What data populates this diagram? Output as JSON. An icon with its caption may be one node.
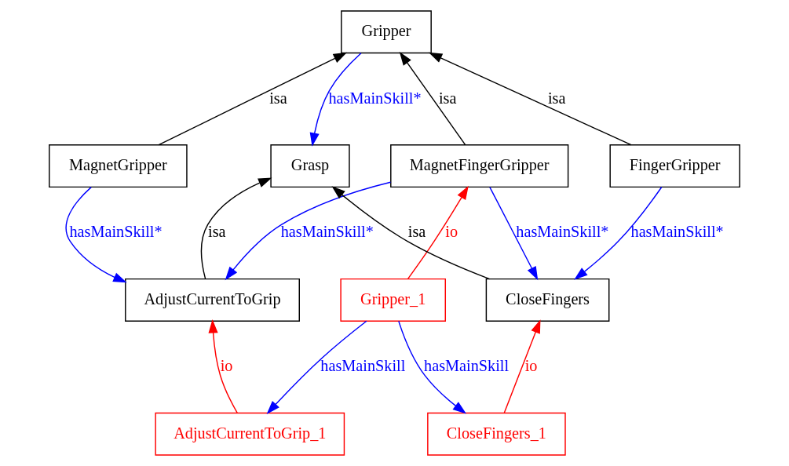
{
  "diagram": {
    "nodes": [
      {
        "text": [
          "Gripper"
        ]
      },
      {
        "text": [
          "MagnetGripper"
        ]
      },
      {
        "text": [
          "Grasp"
        ]
      },
      {
        "text": [
          "MagnetFingerGripper"
        ]
      },
      {
        "text": [
          "FingerGripper"
        ]
      },
      {
        "text": [
          "AdjustCurrentToGrip"
        ]
      },
      {
        "text": [
          "Gripper_1"
        ]
      },
      {
        "text": [
          "CloseFingers"
        ]
      },
      {
        "text": [
          "AdjustCurrentToGrip_1"
        ]
      },
      {
        "text": [
          "CloseFingers_1"
        ]
      }
    ],
    "edges": [
      {
        "from": 1,
        "to": 0,
        "arrow": "to",
        "label": "isa",
        "color": "#000000"
      },
      {
        "from": 0,
        "to": 2,
        "arrow": "to",
        "label": "hasMainSkill*",
        "color": "#0000ff"
      },
      {
        "from": 3,
        "to": 0,
        "arrow": "to",
        "label": "isa",
        "color": "#000000"
      },
      {
        "from": 4,
        "to": 0,
        "arrow": "to",
        "label": "isa",
        "color": "#000000"
      },
      {
        "from": 1,
        "to": 5,
        "arrow": "to",
        "label": "hasMainSkill*",
        "color": "#0000ff"
      },
      {
        "from": 5,
        "to": 2,
        "arrow": "to",
        "label": "isa",
        "color": "#000000"
      },
      {
        "from": 3,
        "to": 5,
        "arrow": "to",
        "label": "hasMainSkill*",
        "color": "#0000ff"
      },
      {
        "from": 7,
        "to": 2,
        "arrow": "to",
        "label": "isa",
        "color": "#000000"
      },
      {
        "from": 6,
        "to": 3,
        "arrow": "to",
        "label": "io",
        "color": "#ff0000"
      },
      {
        "from": 3,
        "to": 7,
        "arrow": "to",
        "label": "hasMainSkill*",
        "color": "#0000ff"
      },
      {
        "from": 4,
        "to": 7,
        "arrow": "to",
        "label": "hasMainSkill*",
        "color": "#0000ff"
      },
      {
        "from": 6,
        "to": 8,
        "arrow": "to",
        "label": "hasMainSkill",
        "color": "#0000ff"
      },
      {
        "from": 6,
        "to": 9,
        "arrow": "to",
        "label": "hasMainSkill",
        "color": "#0000ff"
      },
      {
        "from": 8,
        "to": 5,
        "arrow": "to",
        "label": "io",
        "color": "#ff0000"
      },
      {
        "from": 9,
        "to": 7,
        "arrow": "to",
        "label": "io",
        "color": "#ff0000"
      }
    ]
  }
}
